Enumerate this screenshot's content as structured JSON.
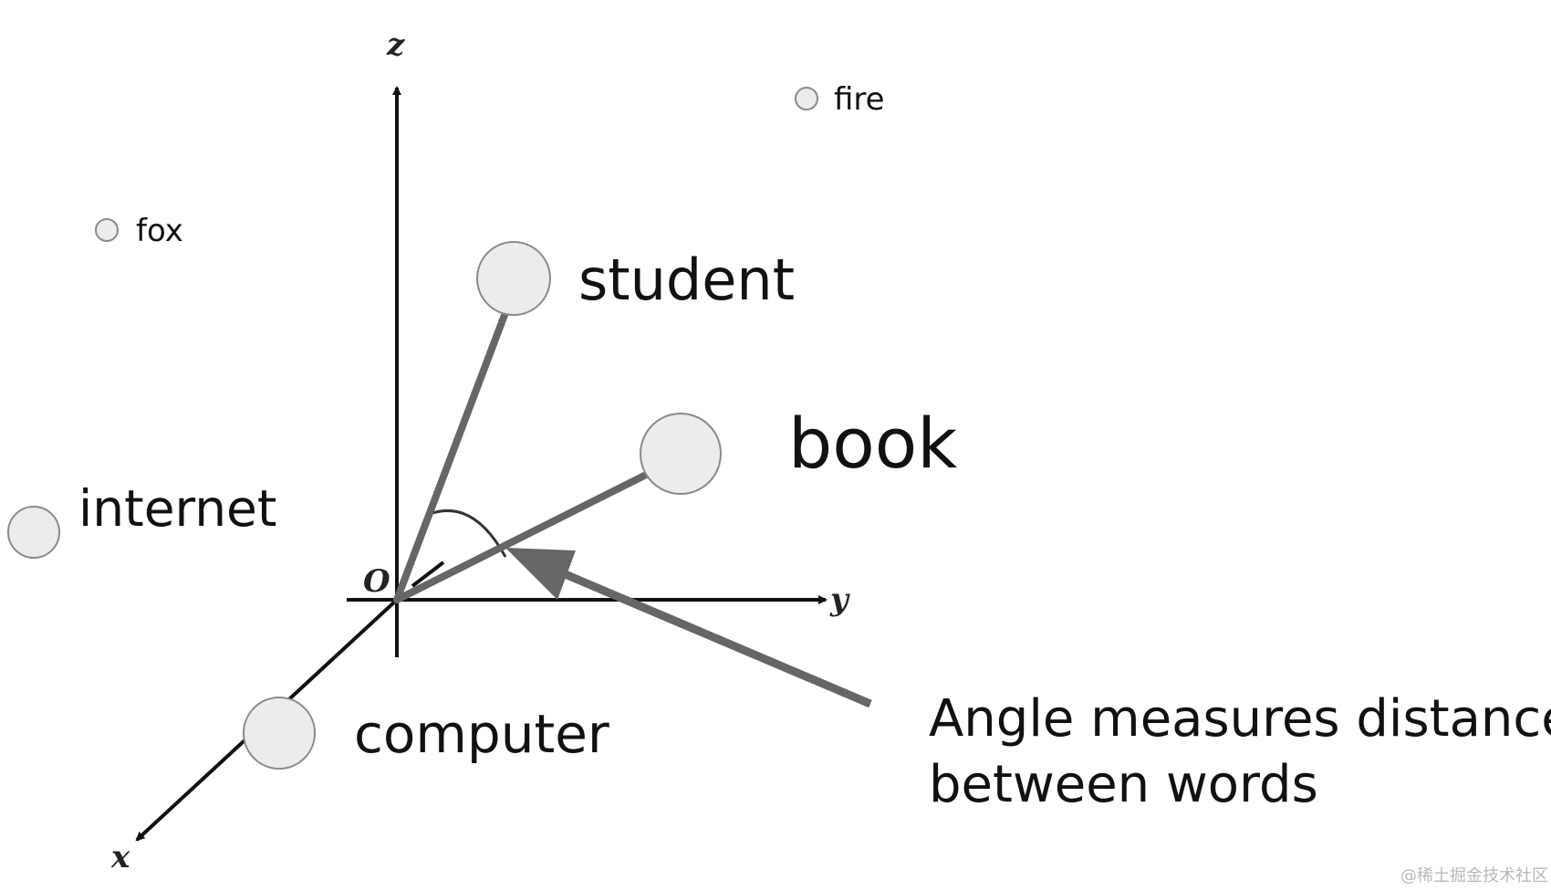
{
  "axes": {
    "z_label": "z",
    "y_label": "y",
    "x_label": "x",
    "origin_label": "O"
  },
  "words": {
    "fire": "fire",
    "fox": "fox",
    "student": "student",
    "book": "book",
    "internet": "internet",
    "computer": "computer"
  },
  "annotation": {
    "line1": "Angle measures distance",
    "line2": "between words"
  },
  "watermark": "@稀土掘金技术社区",
  "colors": {
    "axis": "#111111",
    "vector": "#666666",
    "node_fill": "#ececec",
    "node_stroke": "#8a8a8a"
  }
}
